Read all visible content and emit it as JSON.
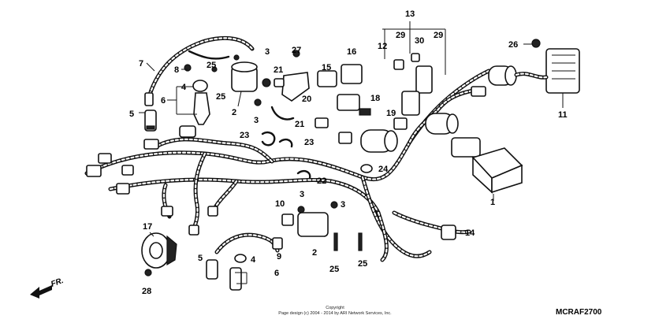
{
  "diagram": {
    "callouts": [
      "1",
      "2",
      "2",
      "3",
      "3",
      "3",
      "3",
      "4",
      "4",
      "5",
      "5",
      "6",
      "6",
      "7",
      "8",
      "9",
      "10",
      "11",
      "12",
      "13",
      "14",
      "15",
      "16",
      "17",
      "18",
      "19",
      "20",
      "21",
      "21",
      "22",
      "23",
      "23",
      "24",
      "25",
      "25",
      "25",
      "25",
      "26",
      "27",
      "28",
      "29",
      "29",
      "30"
    ],
    "front_marker": "FR.",
    "copyright": [
      "Copyright",
      "Page design (c) 2004 - 2014 by ARI Network Services, Inc."
    ],
    "diagram_code": "MCRAF2700"
  }
}
